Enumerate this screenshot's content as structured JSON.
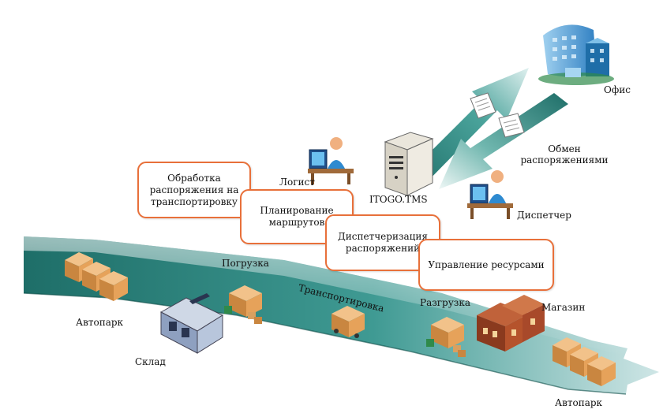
{
  "process_boxes": [
    {
      "text": "Обработка\nраспоряжения на\nтранспортировку"
    },
    {
      "text": "Планирование\nмаршрутов"
    },
    {
      "text": "Диспетчеризация\nраспоряжений"
    },
    {
      "text": "Управление ресурсами"
    }
  ],
  "labels": {
    "office": "Офис",
    "exchange": "Обмен\nраспоряжениями",
    "logist": "Логист",
    "server": "ITOGO.TMS",
    "dispatcher": "Диспетчер",
    "loading": "Погрузка",
    "transport": "Транспортировка",
    "unloading": "Разгрузка",
    "shop": "Магазин",
    "autopark_left": "Автопарк",
    "warehouse": "Склад",
    "autopark_right": "Автопарк"
  },
  "colors": {
    "box_border": "#e8703a",
    "flow_dark": "#1e6e68",
    "flow_light": "#d9ecee",
    "office_blue": "#3a8fd0",
    "crate": "#e6a25a"
  }
}
